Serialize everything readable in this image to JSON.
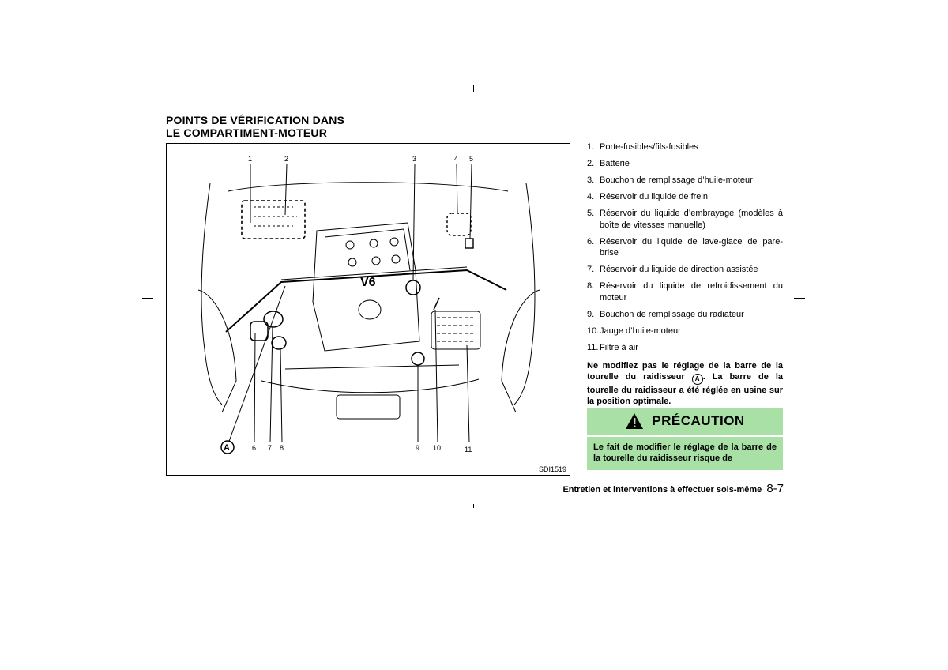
{
  "heading": {
    "line1": "POINTS DE VÉRIFICATION DANS",
    "line2": "LE COMPARTIMENT-MOTEUR"
  },
  "figure": {
    "id": "SDI1519",
    "callouts": [
      "1",
      "2",
      "3",
      "4",
      "5",
      "6",
      "7",
      "8",
      "9",
      "10",
      "11"
    ],
    "marker": "A",
    "engine_badge": "V6"
  },
  "legend": [
    {
      "num": "1.",
      "text": "Porte-fusibles/fils-fusibles"
    },
    {
      "num": "2.",
      "text": "Batterie"
    },
    {
      "num": "3.",
      "text": "Bouchon de remplissage d’huile-moteur"
    },
    {
      "num": "4.",
      "text": "Réservoir du liquide de frein"
    },
    {
      "num": "5.",
      "text": "Réservoir du liquide d’embrayage (modèles à boîte de vitesses manuelle)"
    },
    {
      "num": "6.",
      "text": "Réservoir du liquide de lave-glace de pare-brise"
    },
    {
      "num": "7.",
      "text": "Réservoir du liquide de direction assistée"
    },
    {
      "num": "8.",
      "text": "Réservoir du liquide de refroidissement du moteur"
    },
    {
      "num": "9.",
      "text": "Bouchon de remplissage du radiateur"
    },
    {
      "num": "10.",
      "text": "Jauge d’huile-moteur"
    },
    {
      "num": "11.",
      "text": "Filtre à air"
    }
  ],
  "note": {
    "before": "Ne modifiez pas le réglage de la barre de la tourelle du raidisseur",
    "marker": "A",
    "after": ". La barre de la tourelle du raidisseur a été réglée en usine sur la position optimale."
  },
  "caution": {
    "title": "PRÉCAUTION",
    "body": "Le fait de modifier le réglage de la barre de la tourelle du raidisseur risque de",
    "color": "#a8e0a6"
  },
  "footer": {
    "section": "Entretien et interventions à effectuer sois-même",
    "page": "8-7"
  }
}
